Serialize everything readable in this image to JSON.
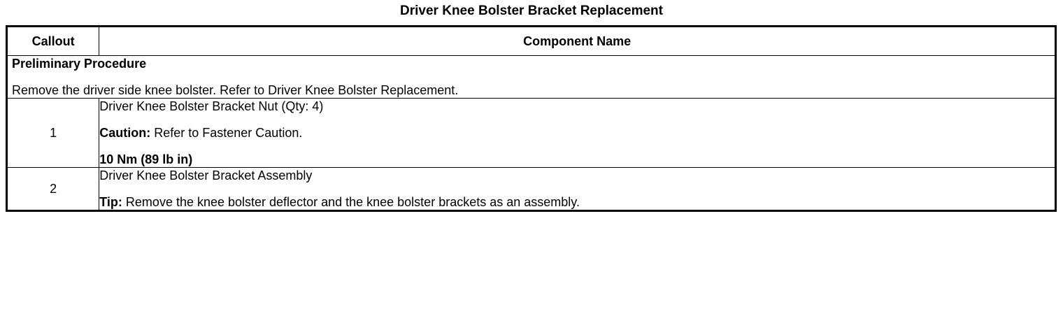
{
  "document": {
    "title": "Driver Knee Bolster Bracket Replacement"
  },
  "table": {
    "headers": {
      "callout": "Callout",
      "component_name": "Component Name"
    },
    "preliminary": {
      "heading": "Preliminary Procedure",
      "text": "Remove the driver side knee bolster. Refer to Driver Knee Bolster Replacement."
    },
    "rows": [
      {
        "callout": "1",
        "lines": [
          {
            "label": "",
            "text": "Driver Knee Bolster Bracket Nut (Qty: 4)",
            "bold": false
          },
          {
            "label": "Caution:",
            "text": " Refer to Fastener Caution.",
            "bold": false
          },
          {
            "label": "",
            "text": "10 Nm (89 lb in)",
            "bold": true
          }
        ]
      },
      {
        "callout": "2",
        "lines": [
          {
            "label": "",
            "text": "Driver Knee Bolster Bracket Assembly",
            "bold": false
          },
          {
            "label": "Tip:",
            "text": " Remove the knee bolster deflector and the knee bolster brackets as an assembly.",
            "bold": false
          }
        ]
      }
    ]
  }
}
